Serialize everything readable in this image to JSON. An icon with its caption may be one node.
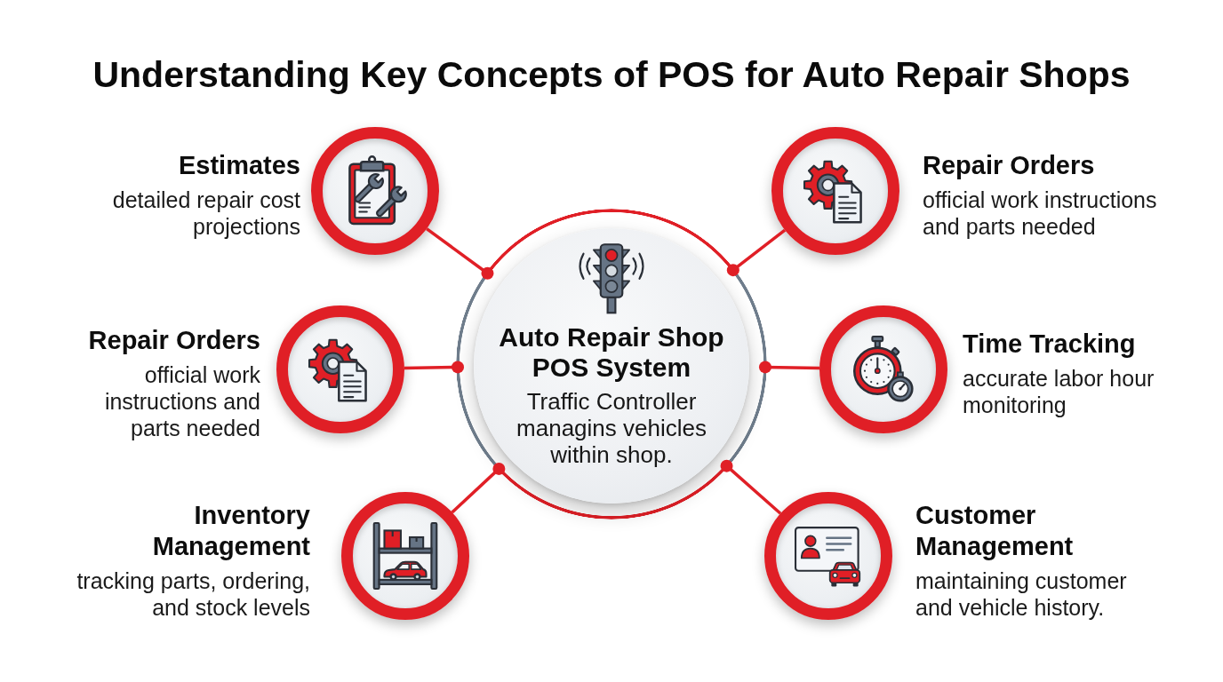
{
  "diagram": {
    "title": "Understanding Key Concepts of POS for Auto Repair Shops",
    "nodes": [
      {
        "text": [
          "Auto Repair Shop POS System",
          "Traffic Controller managins vehicles within shop."
        ]
      },
      {
        "text": [
          "Estimates",
          "detailed repair cost projections"
        ]
      },
      {
        "text": [
          "Repair Orders",
          "official work instructions and parts needed"
        ]
      },
      {
        "text": [
          "Repair Orders",
          "official work instructions and parts needed"
        ]
      },
      {
        "text": [
          "Time Tracking",
          "accurate labor hour monitoring"
        ]
      },
      {
        "text": [
          "Inventory Management",
          "tracking parts, ordering, and stock levels"
        ]
      },
      {
        "text": [
          "Customer Management",
          "maintaining customer and vehicle history."
        ]
      }
    ],
    "edges": [
      {
        "from": 0,
        "to": 1,
        "arrow": "other"
      },
      {
        "from": 0,
        "to": 2,
        "arrow": "other"
      },
      {
        "from": 0,
        "to": 3,
        "arrow": "other"
      },
      {
        "from": 0,
        "to": 4,
        "arrow": "other"
      },
      {
        "from": 0,
        "to": 5,
        "arrow": "other"
      },
      {
        "from": 0,
        "to": 6,
        "arrow": "other"
      }
    ]
  }
}
